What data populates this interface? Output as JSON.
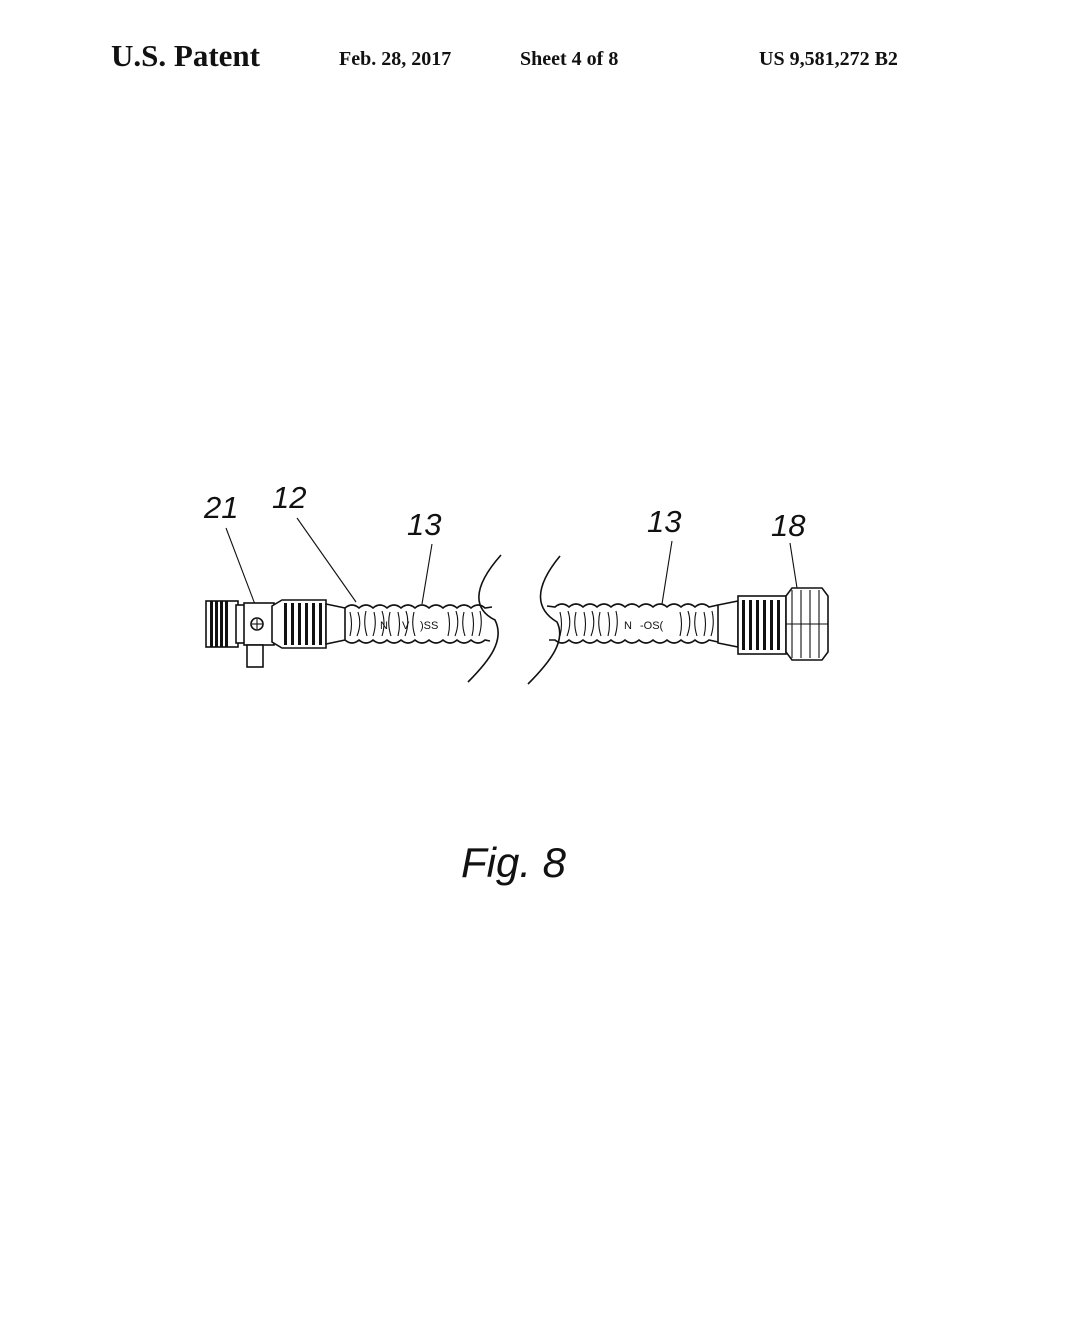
{
  "header": {
    "left": "U.S. Patent",
    "date": "Feb. 28, 2017",
    "sheet": "Sheet 4 of 8",
    "number": "US 9,581,272 B2"
  },
  "figure": {
    "caption": "Fig. 8",
    "labels": {
      "ref_21": "21",
      "ref_12": "12",
      "ref_13a": "13",
      "ref_13b": "13",
      "ref_18": "18"
    }
  }
}
